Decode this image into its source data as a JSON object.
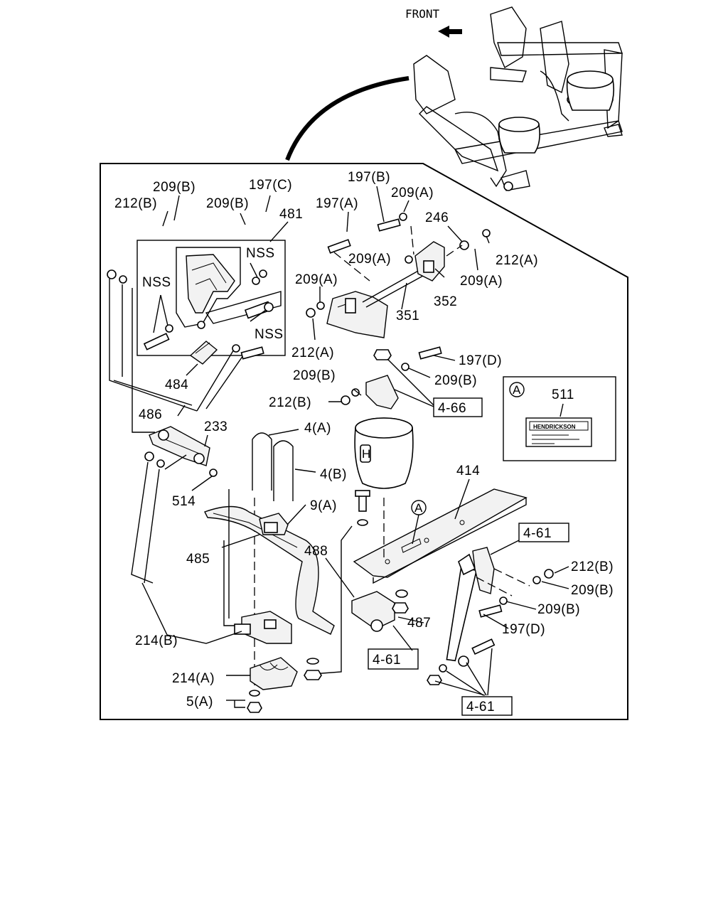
{
  "diagram": {
    "front_label": "FRONT",
    "callouts": [
      {
        "id": "c1",
        "text": "209(B)"
      },
      {
        "id": "c2",
        "text": "212(B)"
      },
      {
        "id": "c3",
        "text": "209(B)"
      },
      {
        "id": "c4",
        "text": "197(C)"
      },
      {
        "id": "c5",
        "text": "481"
      },
      {
        "id": "c6",
        "text": "197(B)"
      },
      {
        "id": "c7",
        "text": "197(A)"
      },
      {
        "id": "c8",
        "text": "209(A)"
      },
      {
        "id": "c9",
        "text": "246"
      },
      {
        "id": "c10",
        "text": "NSS"
      },
      {
        "id": "c11",
        "text": "NSS"
      },
      {
        "id": "c12",
        "text": "NSS"
      },
      {
        "id": "c13",
        "text": "209(A)"
      },
      {
        "id": "c14",
        "text": "212(A)"
      },
      {
        "id": "c15",
        "text": "209(A)"
      },
      {
        "id": "c16",
        "text": "209(A)"
      },
      {
        "id": "c17",
        "text": "352"
      },
      {
        "id": "c18",
        "text": "351"
      },
      {
        "id": "c19",
        "text": "212(A)"
      },
      {
        "id": "c20",
        "text": "197(D)"
      },
      {
        "id": "c21",
        "text": "209(B)"
      },
      {
        "id": "c22",
        "text": "209(B)"
      },
      {
        "id": "c23",
        "text": "212(B)"
      },
      {
        "id": "c24",
        "text": "484"
      },
      {
        "id": "c25",
        "text": "486"
      },
      {
        "id": "c26",
        "text": "233"
      },
      {
        "id": "c27",
        "text": "4(A)"
      },
      {
        "id": "c28",
        "text": "4(B)"
      },
      {
        "id": "c29",
        "text": "414"
      },
      {
        "id": "c30",
        "text": "511"
      },
      {
        "id": "c31",
        "text": "514"
      },
      {
        "id": "c32",
        "text": "9(A)"
      },
      {
        "id": "c33",
        "text": "485"
      },
      {
        "id": "c34",
        "text": "488"
      },
      {
        "id": "c35",
        "text": "212(B)"
      },
      {
        "id": "c36",
        "text": "209(B)"
      },
      {
        "id": "c37",
        "text": "209(B)"
      },
      {
        "id": "c38",
        "text": "197(D)"
      },
      {
        "id": "c39",
        "text": "487"
      },
      {
        "id": "c40",
        "text": "214(B)"
      },
      {
        "id": "c41",
        "text": "214(A)"
      },
      {
        "id": "c42",
        "text": "5(A)"
      }
    ],
    "ref_boxes": [
      {
        "id": "r1",
        "text": "4-66"
      },
      {
        "id": "r2",
        "text": "4-61"
      },
      {
        "id": "r3",
        "text": "4-61"
      },
      {
        "id": "r4",
        "text": "4-61"
      }
    ],
    "marker_letter": "A",
    "marker_letter_2": "A",
    "inset_brand": "HENDRICKSON",
    "airbag_logo": "H"
  }
}
